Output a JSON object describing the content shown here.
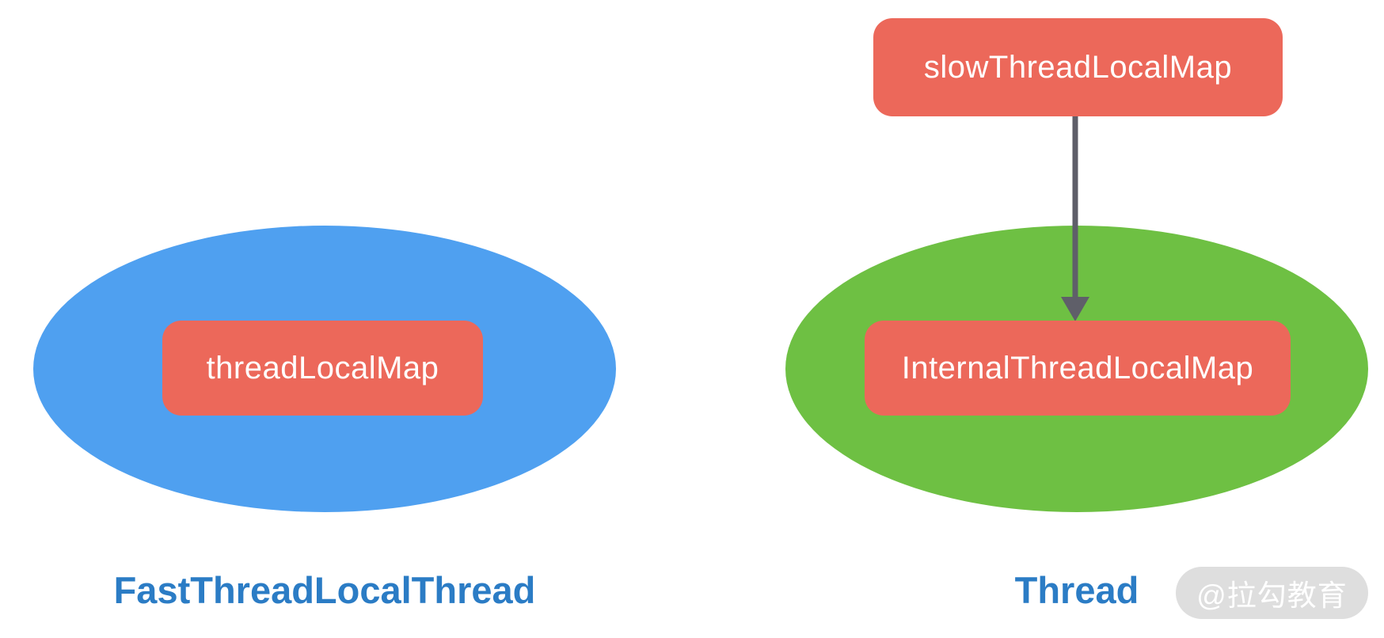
{
  "colors": {
    "canvas-bg": "#ffffff",
    "ellipse-blue": "#4FA0F0",
    "ellipse-green": "#6EC043",
    "box-red": "#EC685A",
    "box-text": "#ffffff",
    "label-blue": "#2B7CC5",
    "arrow-gray": "#5F5F69",
    "watermark-bg": "#DCDCDC",
    "watermark-text": "#FFFFFF"
  },
  "diagram": {
    "left_group": {
      "box_label": "threadLocalMap",
      "ellipse_label": "FastThreadLocalThread"
    },
    "right_group": {
      "top_box_label": "slowThreadLocalMap",
      "inner_box_label": "InternalThreadLocalMap",
      "ellipse_label": "Thread"
    },
    "watermark": "@拉勾教育"
  }
}
